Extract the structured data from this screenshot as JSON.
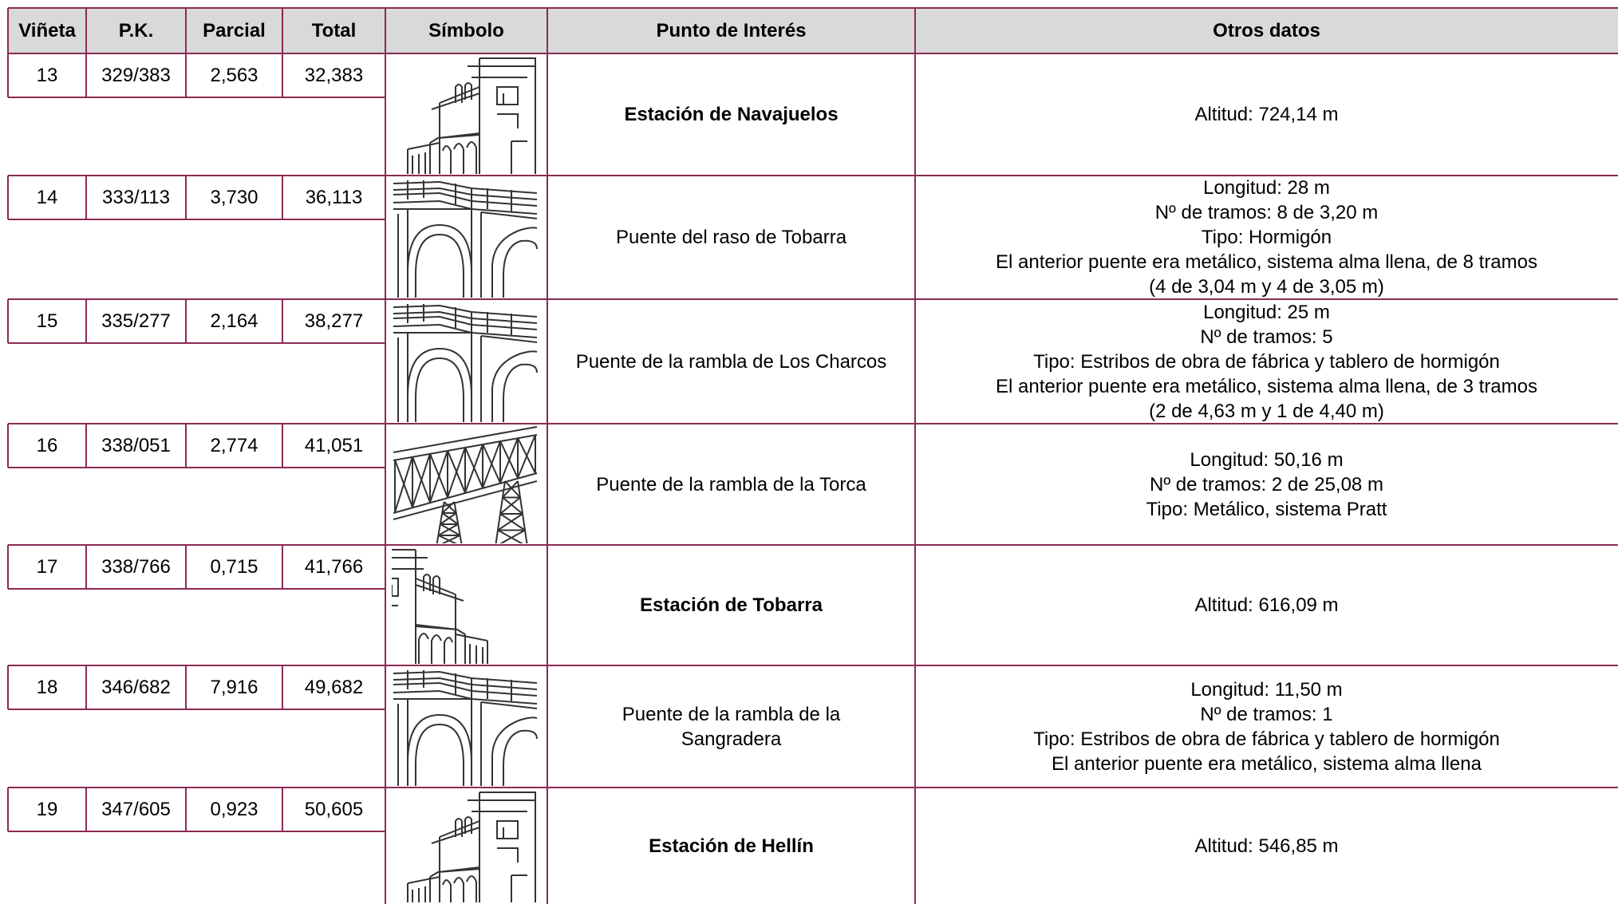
{
  "headers": {
    "vineta": "Viñeta",
    "pk": "P.K.",
    "parcial": "Parcial",
    "total": "Total",
    "simbolo": "Símbolo",
    "punto": "Punto de Interés",
    "otros": "Otros datos"
  },
  "rows": [
    {
      "vineta": "13",
      "pk": "329/383",
      "parcial": "2,563",
      "total": "32,383",
      "symbol": "station-icon",
      "punto": "Estación de Navajuelos",
      "punto_bold": true,
      "otros": [
        "Altitud: 724,14 m"
      ]
    },
    {
      "vineta": "14",
      "pk": "333/113",
      "parcial": "3,730",
      "total": "36,113",
      "symbol": "arch-bridge-icon",
      "punto": "Puente del raso de Tobarra",
      "punto_bold": false,
      "otros": [
        "Longitud: 28 m",
        "Nº de tramos: 8 de 3,20 m",
        "Tipo: Hormigón",
        "El anterior puente era metálico, sistema alma llena, de 8 tramos",
        "(4 de 3,04 m y 4 de 3,05 m)"
      ]
    },
    {
      "vineta": "15",
      "pk": "335/277",
      "parcial": "2,164",
      "total": "38,277",
      "symbol": "arch-bridge-icon",
      "punto": "Puente de la rambla de Los Charcos",
      "punto_bold": false,
      "otros": [
        "Longitud: 25 m",
        "Nº de tramos: 5",
        "Tipo: Estribos de obra de fábrica y tablero de hormigón",
        "El anterior puente era metálico, sistema alma llena, de 3 tramos",
        "(2 de 4,63 m y 1 de 4,40 m)"
      ]
    },
    {
      "vineta": "16",
      "pk": "338/051",
      "parcial": "2,774",
      "total": "41,051",
      "symbol": "truss-bridge-icon",
      "punto": "Puente de la rambla de la Torca",
      "punto_bold": false,
      "otros": [
        "Longitud: 50,16 m",
        "Nº de tramos: 2 de 25,08 m",
        "Tipo: Metálico, sistema Pratt"
      ]
    },
    {
      "vineta": "17",
      "pk": "338/766",
      "parcial": "0,715",
      "total": "41,766",
      "symbol": "station-icon-mirrored",
      "punto": "Estación de Tobarra",
      "punto_bold": true,
      "otros": [
        "Altitud: 616,09 m"
      ]
    },
    {
      "vineta": "18",
      "pk": "346/682",
      "parcial": "7,916",
      "total": "49,682",
      "symbol": "arch-bridge-icon",
      "punto": "Puente de la rambla de la Sangradera",
      "punto_bold": false,
      "punto_lines": [
        "Puente de la rambla de la",
        "Sangradera"
      ],
      "otros": [
        "Longitud: 11,50 m",
        "Nº de tramos: 1",
        "Tipo: Estribos de obra de fábrica y tablero de hormigón",
        "El anterior puente era metálico, sistema alma llena"
      ]
    },
    {
      "vineta": "19",
      "pk": "347/605",
      "parcial": "0,923",
      "total": "50,605",
      "symbol": "station-icon",
      "punto": "Estación de Hellín",
      "punto_bold": true,
      "otros": [
        "Altitud: 546,85 m"
      ]
    }
  ]
}
